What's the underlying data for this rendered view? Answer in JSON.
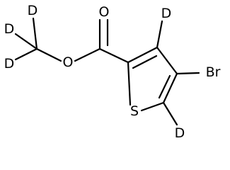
{
  "molecule": {
    "atoms": {
      "carbonyl_oxygen": "O",
      "ester_oxygen": "O",
      "sulfur": "S",
      "bromine": "Br",
      "methyl_d1": "D",
      "methyl_d2": "D",
      "methyl_d3": "D",
      "ring_d3": "D",
      "ring_d5": "D"
    }
  }
}
